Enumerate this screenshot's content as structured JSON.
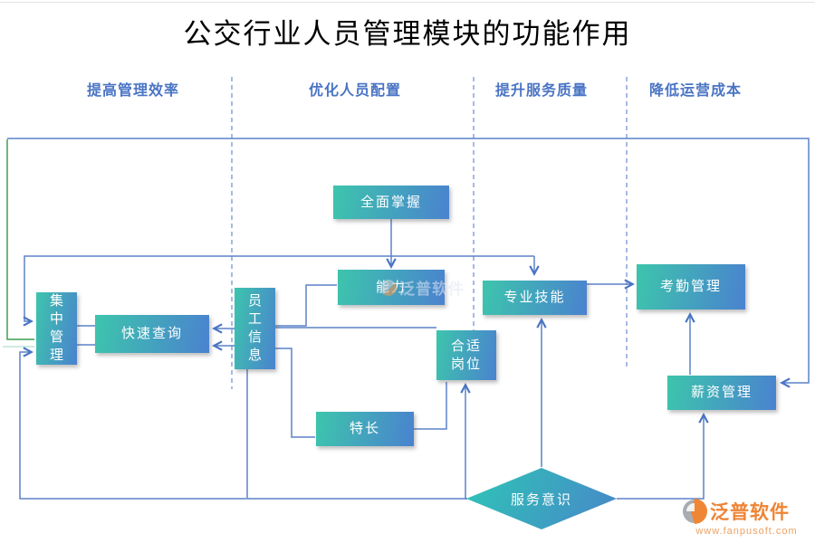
{
  "title": "公交行业人员管理模块的功能作用",
  "columns": [
    {
      "label": "提高管理效率"
    },
    {
      "label": "优化人员配置"
    },
    {
      "label": "提升服务质量"
    },
    {
      "label": "降低运营成本"
    }
  ],
  "nodes": {
    "quanmian_zhangwo": "全面掌握",
    "nengli": "能力",
    "jizhong_guanli": "集中管理",
    "kuaisu_chaxun": "快速查询",
    "yuangong_xinxi": "员工信息",
    "heshi_gangwei": "合适岗位",
    "techang": "特长",
    "zhuanye_jineng": "专业技能",
    "kaoqin_guanli": "考勤管理",
    "xinzi_guanli": "薪资管理",
    "fuwu_yishi": "服务意识"
  },
  "edges": [
    {
      "from": "全面掌握",
      "to": "能力"
    },
    {
      "from": "员工信息",
      "to": "能力"
    },
    {
      "from": "员工信息",
      "to": "快速查询"
    },
    {
      "from": "员工信息",
      "to": "快速查询"
    },
    {
      "from": "员工信息",
      "to": "合适岗位"
    },
    {
      "from": "员工信息",
      "to": "特长"
    },
    {
      "from": "员工信息",
      "to": "服务意识"
    },
    {
      "from": "集中管理",
      "to": "快速查询"
    },
    {
      "from": "集中管理",
      "to": "薪资管理"
    },
    {
      "from": "特长",
      "to": "合适岗位"
    },
    {
      "from": "服务意识",
      "to": "合适岗位"
    },
    {
      "from": "服务意识",
      "to": "专业技能"
    },
    {
      "from": "服务意识",
      "to": "薪资管理"
    },
    {
      "from": "服务意识",
      "to": "集中管理"
    },
    {
      "from": "专业技能",
      "to": "考勤管理"
    },
    {
      "from": "薪资管理",
      "to": "考勤管理"
    },
    {
      "from": "能力",
      "to": "集中管理"
    },
    {
      "from": "能力",
      "to": "专业技能"
    }
  ],
  "watermark": {
    "text": "泛普软件"
  },
  "logo": {
    "name": "泛普软件",
    "url": "www.fanpusoft.com"
  },
  "colors": {
    "header_blue": "#4a74c4",
    "line_blue": "#5b82c8",
    "line_green": "#3da052",
    "line_pale": "#cdeae4",
    "dashed_blue": "#8fa9de",
    "node_gradient_start": "#3dc5ac",
    "node_gradient_end": "#4a82cf",
    "logo_orange": "#ee8435"
  }
}
